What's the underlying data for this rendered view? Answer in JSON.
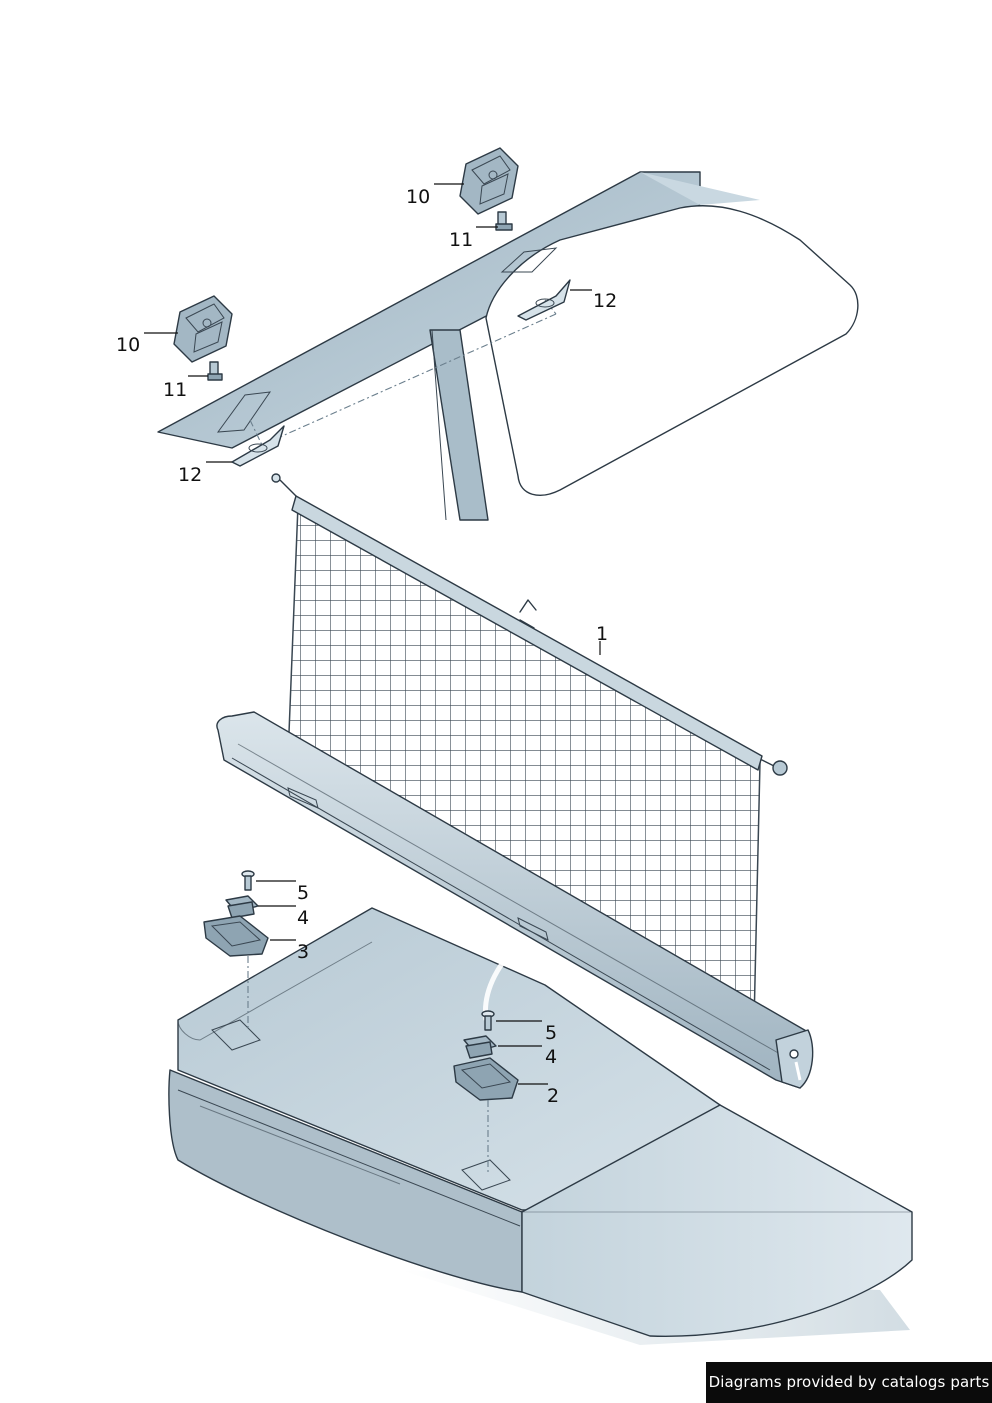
{
  "diagram": {
    "callouts": {
      "n1": "1",
      "n2": "2",
      "n3": "3",
      "n4a": "4",
      "n4b": "4",
      "n5a": "5",
      "n5b": "5",
      "n10a": "10",
      "n10b": "10",
      "n11a": "11",
      "n11b": "11",
      "n12a": "12",
      "n12b": "12"
    }
  },
  "credit": {
    "text": "Diagrams provided by catalogs parts"
  },
  "colors": {
    "body_fill": "#c2d2dc",
    "body_shade": "#9fb5c2",
    "net_line": "#3a4752",
    "outline": "#2d3a45"
  }
}
